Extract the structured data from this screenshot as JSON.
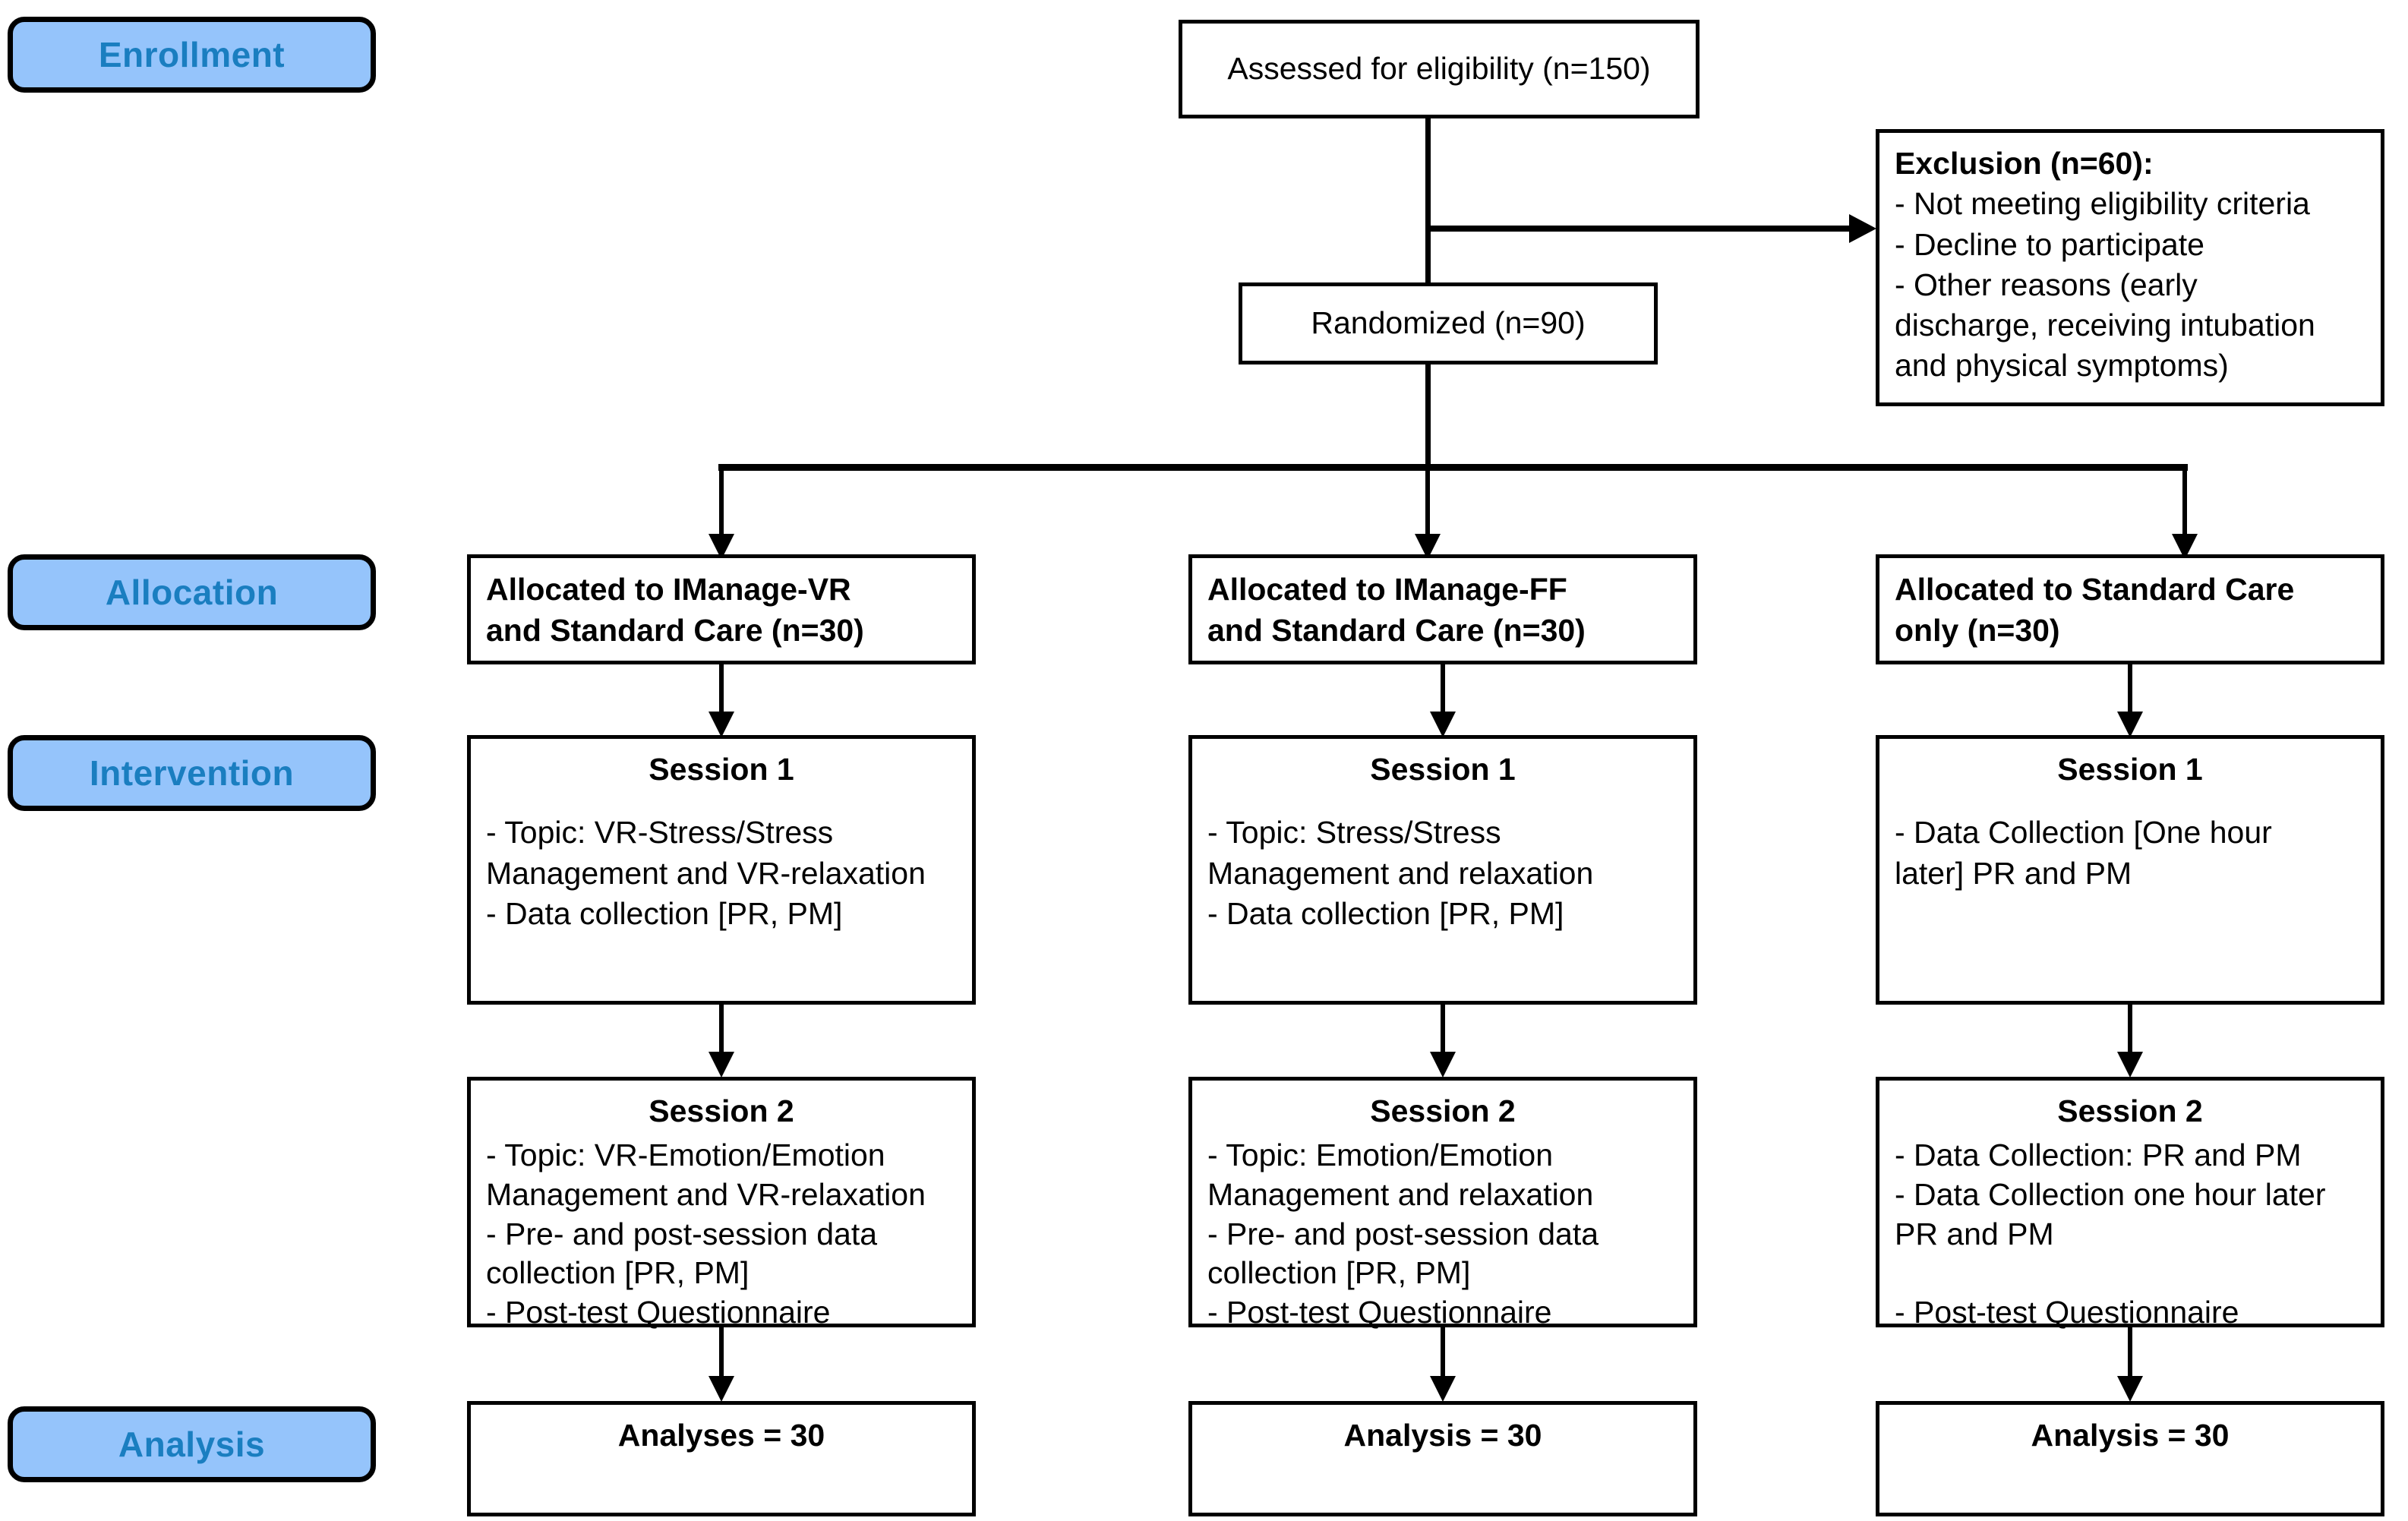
{
  "diagram": {
    "title": "CONSORT participant flow diagram",
    "accent_blue_fill": "#95c4fb",
    "accent_blue_text": "#1a7ec0",
    "line_color": "#000000"
  },
  "stages": [
    {
      "label": "Enrollment"
    },
    {
      "label": "Allocation"
    },
    {
      "label": "Intervention"
    },
    {
      "label": "Analysis"
    }
  ],
  "enrollment": {
    "assessed": "Assessed for eligibility (n=150)",
    "randomized": "Randomized (n=90)",
    "exclusion_title": "Exclusion (n=60):",
    "exclusion_reasons": "- Not meeting eligibility criteria\n- Decline to participate\n- Other reasons (early\ndischarge, receiving intubation\nand physical symptoms)"
  },
  "arms": [
    {
      "id": "imanage-vr",
      "allocation": "Allocated to IManage-VR\n and Standard Care (n=30)",
      "session1_title": "Session 1",
      "session1_body": "-  Topic: VR-Stress/Stress\nManagement and VR-relaxation\n- Data collection [PR, PM]",
      "session2_title": "Session 2",
      "session2_body": " - Topic: VR-Emotion/Emotion\nManagement and VR-relaxation\n- Pre- and post-session data\ncollection [PR, PM]\n- Post-test Questionnaire",
      "analysis": "Analyses = 30"
    },
    {
      "id": "imanage-ff",
      "allocation": "Allocated to IManage-FF\nand Standard Care (n=30)",
      "session1_title": "Session 1",
      "session1_body": "-  Topic: Stress/Stress\nManagement and relaxation\n- Data collection [PR, PM]",
      "session2_title": "Session 2",
      "session2_body": " - Topic: Emotion/Emotion\nManagement and relaxation\n- Pre- and post-session data\ncollection [PR, PM]\n- Post-test Questionnaire",
      "analysis": "Analysis = 30"
    },
    {
      "id": "standard-care",
      "allocation": "Allocated to Standard Care\nonly (n=30)",
      "session1_title": "Session 1",
      "session1_body": "-  Data Collection [One hour\nlater] PR and PM",
      "session2_title": "Session 2",
      "session2_body": " - Data Collection: PR and PM\n-  Data Collection one hour later\nPR and PM\n\n- Post-test Questionnaire",
      "analysis": "Analysis = 30"
    }
  ]
}
